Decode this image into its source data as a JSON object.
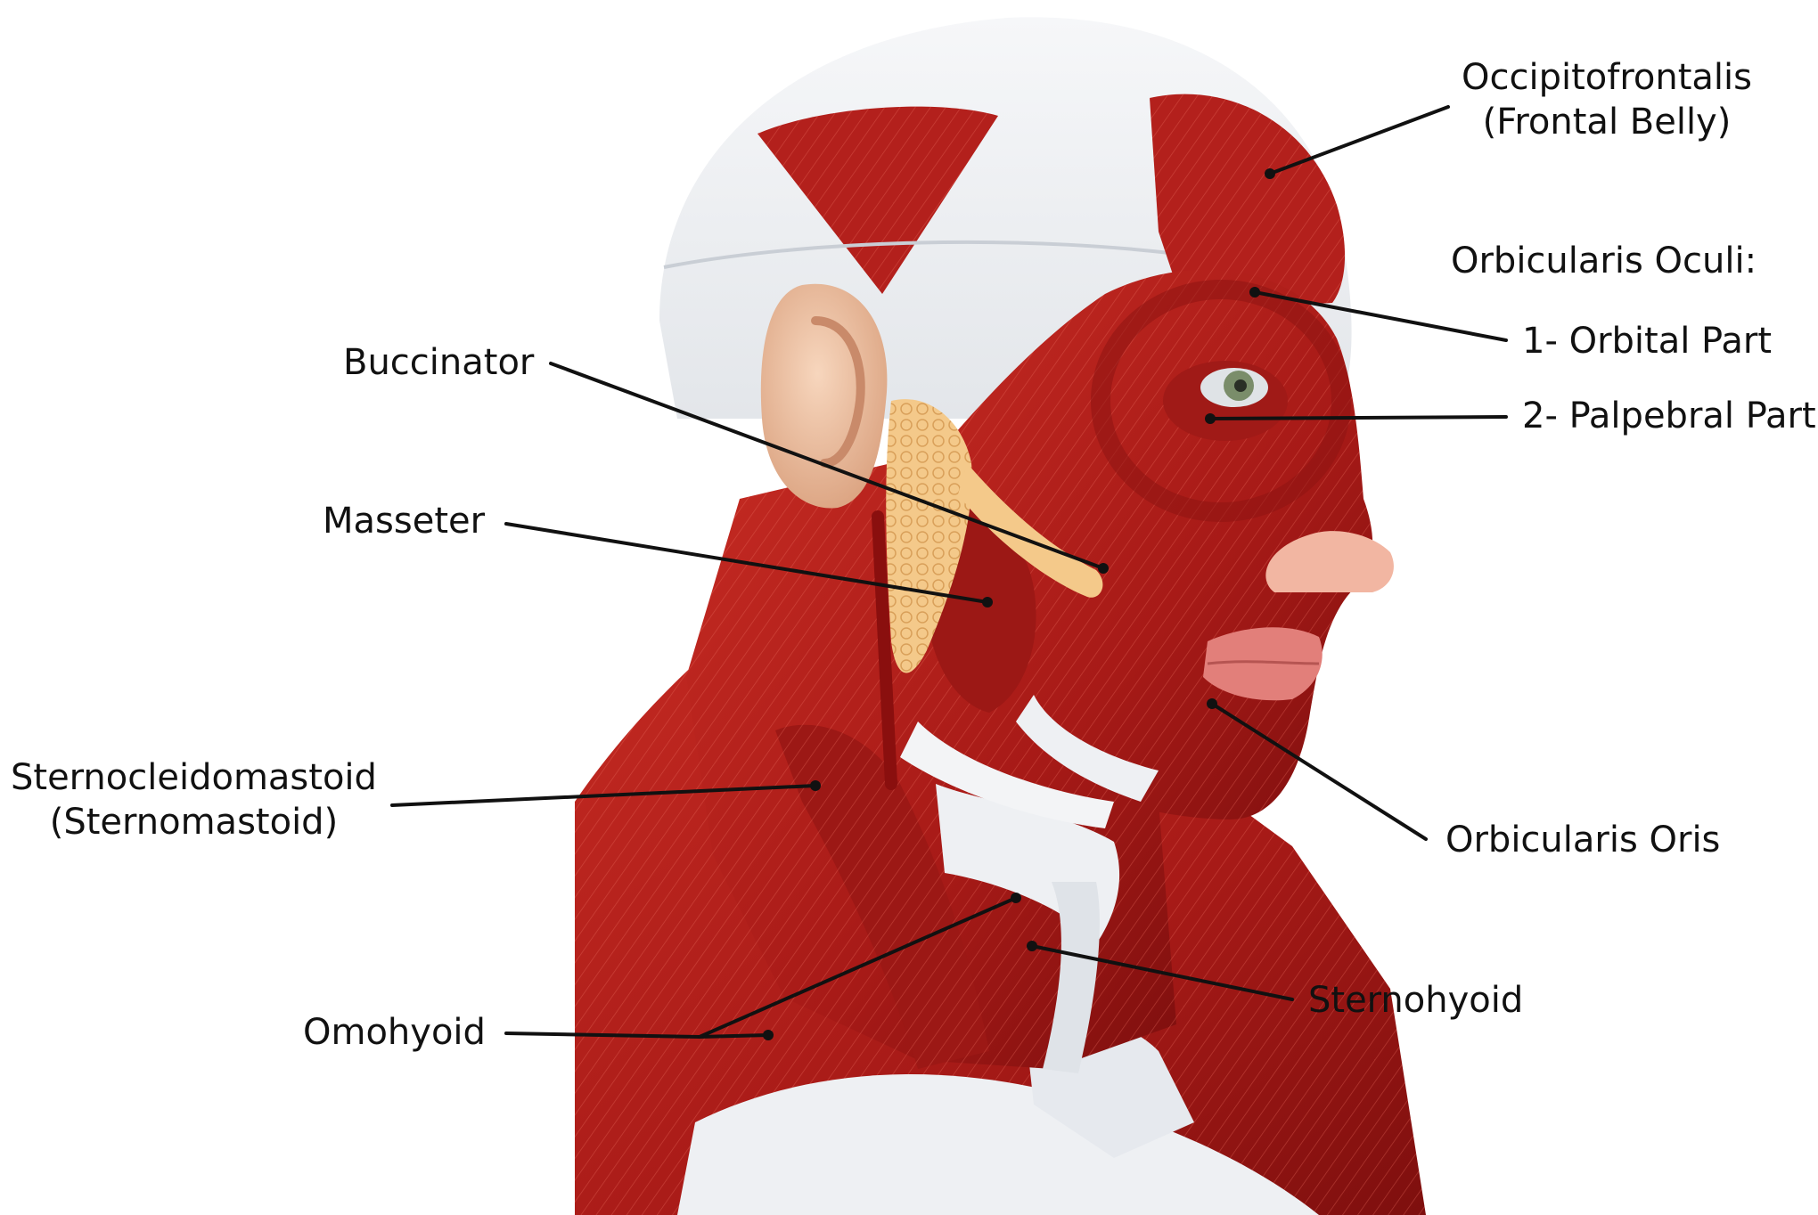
{
  "labels": {
    "occipitofrontalis": [
      "Occipitofrontalis",
      "(Frontal Belly)"
    ],
    "orbicularis_oculi_header": "Orbicularis Oculi:",
    "orbital_part": "1- Orbital Part",
    "palpebral_part": "2- Palpebral Part",
    "buccinator": "Buccinator",
    "masseter": "Masseter",
    "sternocleidomastoid": [
      "Sternocleidomastoid",
      "(Sternomastoid)"
    ],
    "orbicularis_oris": "Orbicularis Oris",
    "sternohyoid": "Sternohyoid",
    "omohyoid": "Omohyoid"
  },
  "colors": {
    "background": "#ffffff",
    "muscle": "#b3201c",
    "muscle_dark": "#7e0f0e",
    "muscle_light": "#d9473b",
    "skin_white": "#eef0f3",
    "ear_skin": "#f0c6a8",
    "gland": "#f4c98a",
    "lip": "#e27f7a",
    "iris": "#7a8d6a",
    "leader_line": "#111111",
    "text": "#111111"
  }
}
